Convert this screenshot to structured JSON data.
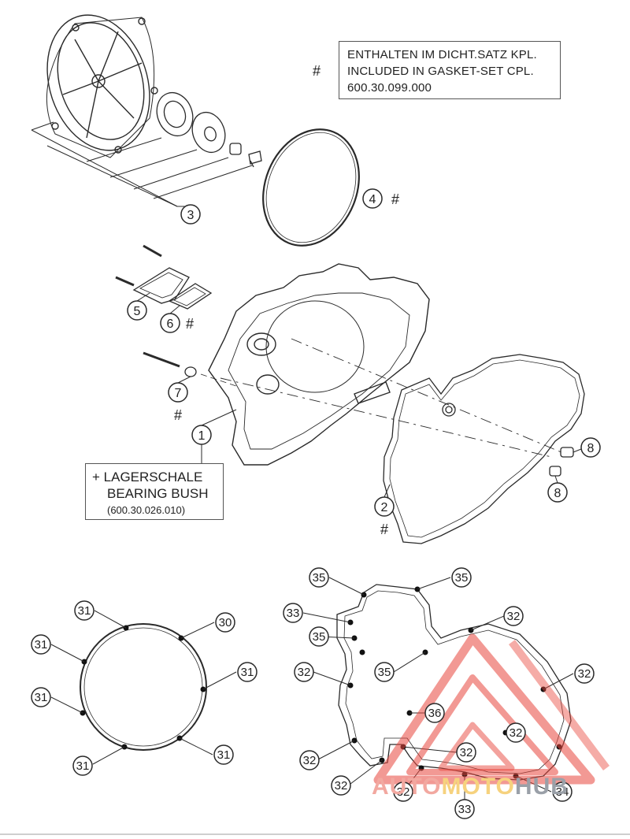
{
  "notes": {
    "gasket_set": {
      "line1": "ENTHALTEN IM DICHT.SATZ KPL.",
      "line2": "INCLUDED IN GASKET-SET CPL.",
      "line3": "600.30.099.000"
    },
    "bearing_bush": {
      "line1": "+ LAGERSCHALE",
      "line2": "BEARING BUSH",
      "line3": "(600.30.026.010)"
    },
    "hash_symbol": "#"
  },
  "callouts": {
    "upper": [
      "3",
      "4",
      "5",
      "6",
      "7",
      "1",
      "8",
      "8",
      "2"
    ],
    "ring": [
      "31",
      "30",
      "31",
      "31",
      "31",
      "31",
      "31"
    ],
    "gasket": [
      "35",
      "35",
      "33",
      "32",
      "35",
      "35",
      "32",
      "32",
      "32",
      "36",
      "32",
      "32",
      "32",
      "32",
      "33",
      "34"
    ]
  },
  "watermark": {
    "part1": "AUTO",
    "part2": "MOTO",
    "part3": "HUB"
  },
  "colors": {
    "line": "#2a2a2a",
    "watermark_red": "#e8463c",
    "watermark_yellow": "#f2b632",
    "watermark_gray": "#8a9099"
  }
}
